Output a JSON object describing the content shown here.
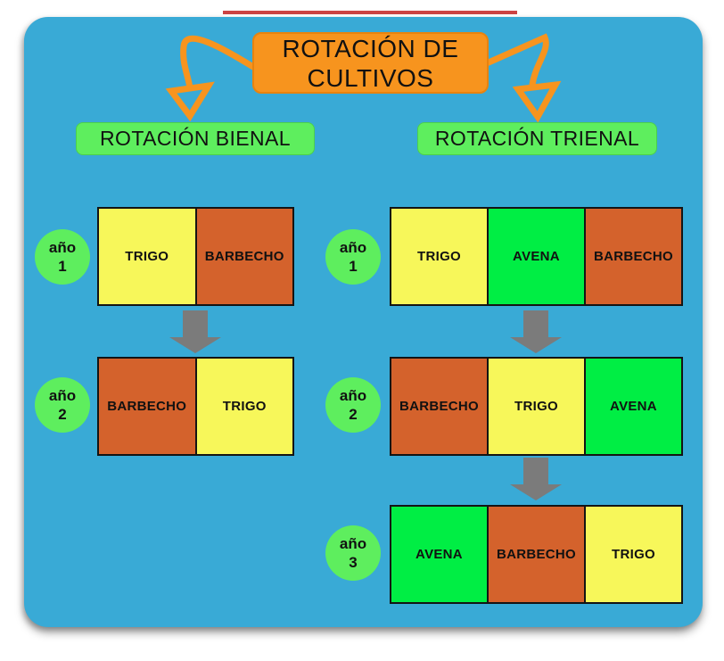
{
  "colors": {
    "panel_blue": "#39AAD6",
    "accent_orange": "#F7941E",
    "orange_border": "#E8830E",
    "label_green": "#5EEE5E",
    "avena_green": "#00EE44",
    "trigo_yellow": "#F7F75A",
    "barbecho_orange": "#D4622C",
    "arrow_gray": "#7B7B7B",
    "top_strip_red": "#CC4444"
  },
  "title": {
    "line1": "ROTACIÓN DE",
    "line2": "CULTIVOS"
  },
  "bienal": {
    "heading": "ROTACIÓN BIENAL",
    "rows": [
      {
        "year_word": "año",
        "year_num": "1",
        "cells": [
          {
            "label": "TRIGO",
            "color": "#F7F75A"
          },
          {
            "label": "BARBECHO",
            "color": "#D4622C"
          }
        ]
      },
      {
        "year_word": "año",
        "year_num": "2",
        "cells": [
          {
            "label": "BARBECHO",
            "color": "#D4622C"
          },
          {
            "label": "TRIGO",
            "color": "#F7F75A"
          }
        ]
      }
    ]
  },
  "trienal": {
    "heading": "ROTACIÓN TRIENAL",
    "rows": [
      {
        "year_word": "año",
        "year_num": "1",
        "cells": [
          {
            "label": "TRIGO",
            "color": "#F7F75A"
          },
          {
            "label": "AVENA",
            "color": "#00EE44"
          },
          {
            "label": "BARBECHO",
            "color": "#D4622C"
          }
        ]
      },
      {
        "year_word": "año",
        "year_num": "2",
        "cells": [
          {
            "label": "BARBECHO",
            "color": "#D4622C"
          },
          {
            "label": "TRIGO",
            "color": "#F7F75A"
          },
          {
            "label": "AVENA",
            "color": "#00EE44"
          }
        ]
      },
      {
        "year_word": "año",
        "year_num": "3",
        "cells": [
          {
            "label": "AVENA",
            "color": "#00EE44"
          },
          {
            "label": "BARBECHO",
            "color": "#D4622C"
          },
          {
            "label": "TRIGO",
            "color": "#F7F75A"
          }
        ]
      }
    ]
  }
}
